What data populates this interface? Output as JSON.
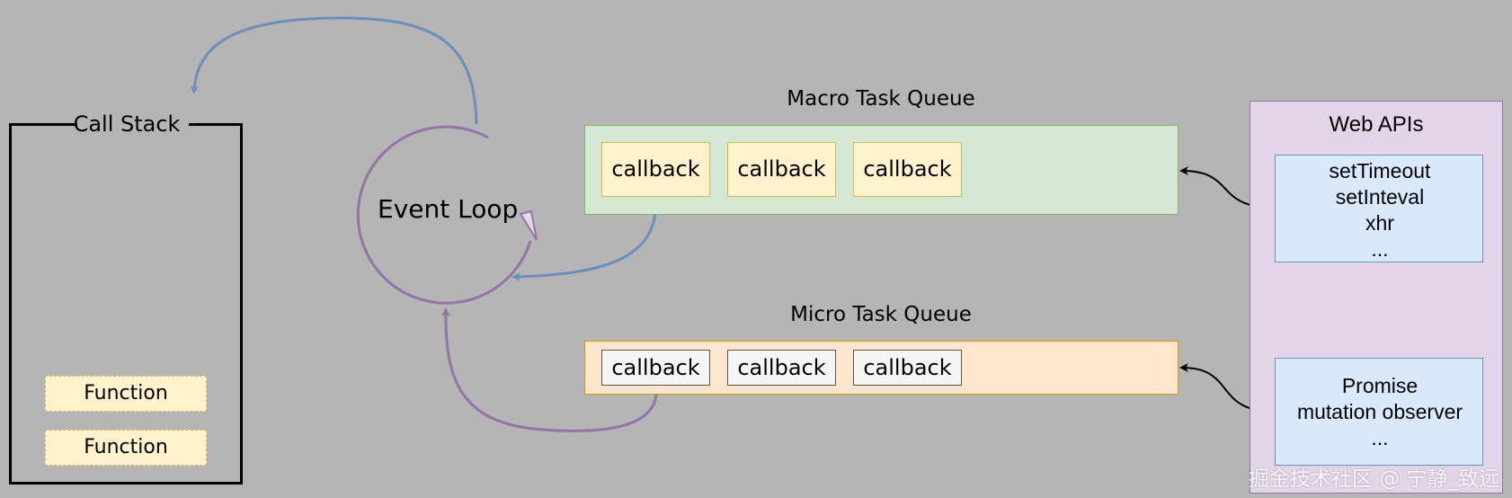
{
  "call_stack": {
    "title": "Call Stack",
    "frames": [
      "Function",
      "Function"
    ]
  },
  "event_loop": {
    "label": "Event Loop"
  },
  "macro_queue": {
    "title": "Macro Task Queue",
    "callbacks": [
      "callback",
      "callback",
      "callback"
    ]
  },
  "micro_queue": {
    "title": "Micro Task Queue",
    "callbacks": [
      "callback",
      "callback",
      "callback"
    ]
  },
  "web_apis": {
    "title": "Web APIs",
    "macro_sources": [
      "setTimeout",
      "setInteval",
      "xhr",
      "..."
    ],
    "micro_sources": [
      "Promise",
      "mutation observer",
      "..."
    ]
  },
  "watermark": "掘金技术社区 @ 宁静_致远",
  "colors": {
    "background": "#b5b5b5",
    "macro_queue_fill": "#d5e8d4",
    "micro_queue_fill": "#ffe6cc",
    "web_apis_fill": "#e1d5e7",
    "api_box_fill": "#dae8fc",
    "event_loop_stroke": "#9673a6",
    "blue_arrow": "#6c8ebf"
  }
}
